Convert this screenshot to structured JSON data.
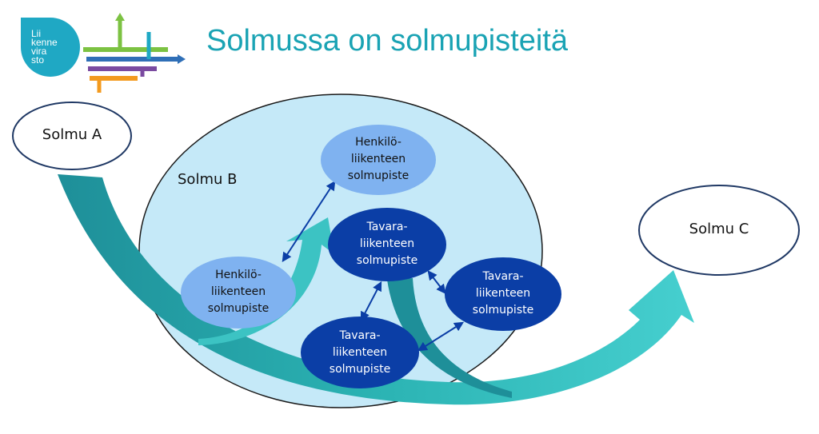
{
  "title": "Solmussa on solmupisteitä",
  "logo": {
    "lines": [
      "Lii",
      "kenne",
      "vira",
      "sto"
    ]
  },
  "nodes": {
    "solmu_a": "Solmu A",
    "solmu_b": "Solmu B",
    "solmu_c": "Solmu C",
    "henkilo_top": "Henkilö-\nliikenteen\nsolmupiste",
    "henkilo_left": "Henkilö-\nliikenteen\nsolmupiste",
    "tavara_center": "Tavara-\nliikenteen\nsolmupiste",
    "tavara_right": "Tavara-\nliikenteen\nsolmupiste",
    "tavara_bottom": "Tavara-\nliikenteen\nsolmupiste"
  },
  "colors": {
    "title": "#1aa3b4",
    "big_circle_fill": "#c5e9f8",
    "light_node": "#7fb2f0",
    "dark_node": "#0b3ea6",
    "teal_arrow": "#2bb3b3",
    "teal_arrow_dark": "#1e8f99"
  }
}
